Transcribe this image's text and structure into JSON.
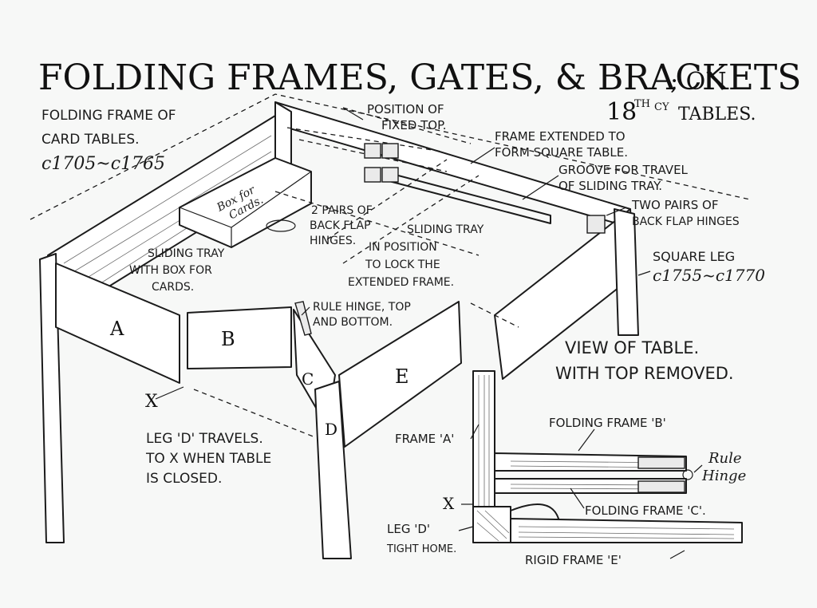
{
  "title": {
    "main": "FOLDING FRAMES, GATES, & BRACKETS",
    "suffix": "; ON",
    "century": "18",
    "century_sup": "TH",
    "century_abbr": "CY",
    "tables": "TABLES."
  },
  "labels": {
    "folding_frame_1": "FOLDING FRAME OF",
    "folding_frame_2": "CARD TABLES.",
    "folding_frame_date": "c1705~c1765",
    "position_1": "POSITION OF",
    "position_2": "FIXED TOP.",
    "frame_extended_1": "FRAME EXTENDED TO",
    "frame_extended_2": "FORM SQUARE TABLE.",
    "groove_1": "GROOVE FOR TRAVEL",
    "groove_2": "OF SLIDING TRAY.",
    "two_pairs_1": "TWO PAIRS OF",
    "two_pairs_2": "BACK FLAP HINGES",
    "square_leg_1": "SQUARE LEG",
    "square_leg_date": "c1755~c1770",
    "box_for_cards_1": "Box for",
    "box_for_cards_2": "Cards.",
    "pairs_back_1": "2 PAIRS OF",
    "pairs_back_2": "BACK FLAP",
    "pairs_back_3": "HINGES.",
    "sliding_pos_1": "SLIDING TRAY",
    "sliding_pos_2": "IN POSITION",
    "sliding_pos_3": "TO LOCK THE",
    "sliding_pos_4": "EXTENDED FRAME.",
    "sliding_box_1": "SLIDING TRAY",
    "sliding_box_2": "WITH BOX FOR",
    "sliding_box_3": "CARDS.",
    "rule_hinge_1": "RULE HINGE, TOP",
    "rule_hinge_2": "AND BOTTOM.",
    "view_1": "VIEW OF TABLE.",
    "view_2": "WITH TOP REMOVED.",
    "letter_a": "A",
    "letter_b": "B",
    "letter_c": "C",
    "letter_d": "D",
    "letter_e": "E",
    "letter_x": "X",
    "leg_travels_1": "LEG 'D' TRAVELS.",
    "leg_travels_2": "TO X WHEN TABLE",
    "leg_travels_3": "IS CLOSED.",
    "frame_a": "FRAME 'A'",
    "folding_b": "FOLDING FRAME 'B'",
    "rule_1": "Rule",
    "rule_2": "Hinge",
    "x_detail": "X",
    "folding_c": "FOLDING FRAME 'C'.",
    "leg_d_1": "LEG 'D'",
    "leg_d_2": "TIGHT HOME.",
    "rigid_e": "RIGID FRAME 'E'"
  }
}
